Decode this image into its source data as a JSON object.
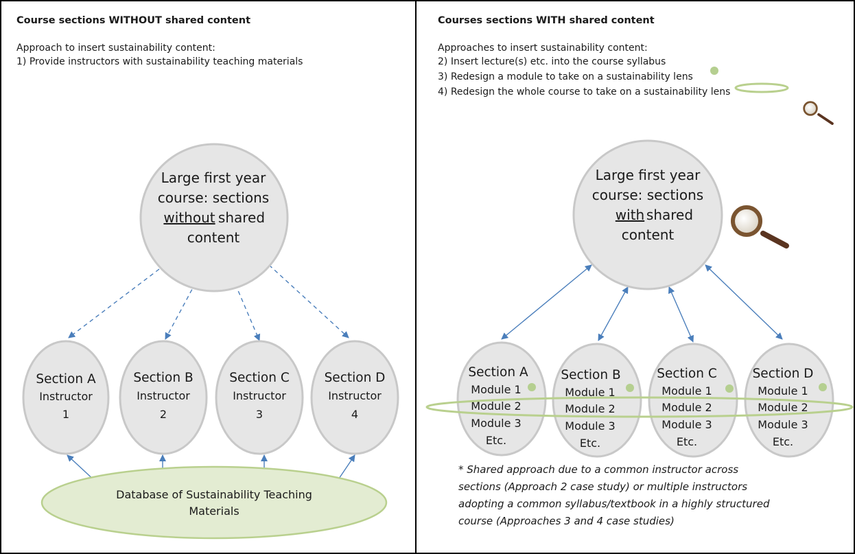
{
  "left_panel": {
    "title": "Course sections WITHOUT shared content",
    "intro": "Approach to insert sustainability content:",
    "approaches": [
      "1) Provide instructors with sustainability teaching materials"
    ],
    "hub_lines": [
      "Large first year",
      "course: sections",
      "without",
      "shared",
      "content"
    ],
    "sections": [
      {
        "lines": [
          "Section A",
          "Instructor",
          "1"
        ]
      },
      {
        "lines": [
          "Section B",
          "Instructor",
          "2"
        ]
      },
      {
        "lines": [
          "Section C",
          "Instructor",
          "3"
        ]
      },
      {
        "lines": [
          "Section D",
          "Instructor",
          "4"
        ]
      }
    ],
    "database_lines": [
      "Database of Sustainability Teaching",
      "Materials"
    ]
  },
  "right_panel": {
    "title": "Courses sections WITH shared content",
    "intro": "Approaches to insert sustainability content:",
    "approaches": [
      "2) Insert lecture(s) etc. into the course syllabus",
      "3) Redesign a module to take on a sustainability lens",
      "4) Redesign the whole course to take on a sustainability lens"
    ],
    "hub_lines": [
      "Large first year",
      "course: sections",
      "with",
      "shared",
      "content"
    ],
    "sections": [
      {
        "lines": [
          "Section A",
          "Module 1",
          "Module 2",
          "Module 3",
          "Etc."
        ]
      },
      {
        "lines": [
          "Section B",
          "Module 1",
          "Module 2",
          "Module 3",
          "Etc."
        ]
      },
      {
        "lines": [
          "Section C",
          "Module 1",
          "Module 2",
          "Module 3",
          "Etc."
        ]
      },
      {
        "lines": [
          "Section D",
          "Module 1",
          "Module 2",
          "Module 3",
          "Etc."
        ]
      }
    ],
    "footnote_lines": [
      "* Shared approach due to a common instructor across",
      "sections (Approach 2 case study) or multiple instructors",
      "adopting a common syllabus/textbook in a highly structured",
      "course (Approaches 3 and 4 case studies)"
    ]
  },
  "colors": {
    "circle_fill": "#e6e6e6",
    "circle_stroke": "#c8c8c8",
    "arrow": "#4a7ebb",
    "green_dot": "#b5cf90",
    "green_ring": "#b9d08e",
    "database_fill": "#e3ecd2"
  },
  "icons": {
    "lecture_marker": "green-dot-icon",
    "module_marker": "green-ring-icon",
    "course_marker": "magnifying-glass-icon"
  }
}
